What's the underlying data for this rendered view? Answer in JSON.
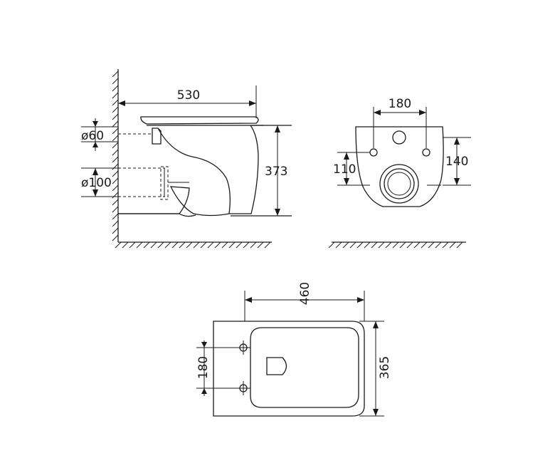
{
  "dimensions": {
    "side_length": "530",
    "side_height": "373",
    "side_diameter_small": "ø60",
    "side_diameter_large": "ø100",
    "front_hole_spacing": "180",
    "front_height_left": "110",
    "front_height_right": "140",
    "top_length": "460",
    "top_width": "365",
    "top_hole_spacing": "180"
  }
}
